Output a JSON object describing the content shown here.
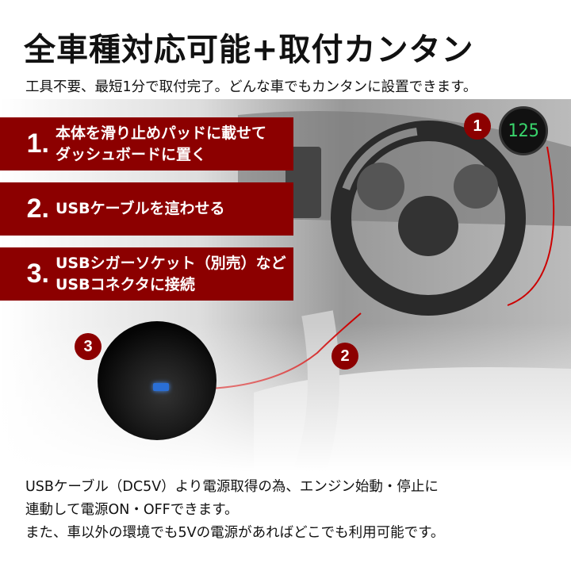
{
  "title": "全車種対応可能+取付カンタン",
  "subtitle": "工具不要、最短1分で取付完了。どんな車でもカンタンに設置できます。",
  "steps": [
    {
      "number": "1.",
      "line1": "本体を滑り止めパッドに載せて",
      "line2": "ダッシュボードに置く"
    },
    {
      "number": "2.",
      "line1": "USBケーブルを這わせる",
      "line2": ""
    },
    {
      "number": "3.",
      "line1": "USBシガーソケット（別売）など",
      "line2": "USBコネクタに接続"
    }
  ],
  "badges": [
    "1",
    "2",
    "3"
  ],
  "hud_display": "125",
  "bottom_text": [
    "USBケーブル（DC5V）より電源取得の為、エンジン始動・停止に",
    "連動して電源ON・OFFできます。",
    "また、車以外の環境でも5Vの電源があればどこでも利用可能です。"
  ],
  "colors": {
    "accent": "#8c0000",
    "hud_digits": "#39d36b",
    "usb_led": "#2a6fd6"
  }
}
